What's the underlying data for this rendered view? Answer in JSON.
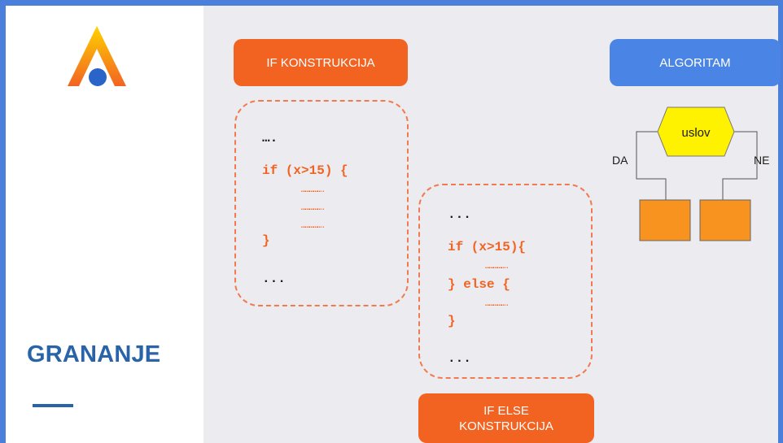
{
  "sidebar": {
    "title": "GRANANJE"
  },
  "buttons": {
    "if_construct": "IF KONSTRUKCIJA",
    "algorithm": "ALGORITAM",
    "if_else_line1": "IF ELSE",
    "if_else_line2": "KONSTRUKCIJA"
  },
  "code_if": {
    "line1": "….",
    "line2": "if (x>15) {",
    "line3": "…………….",
    "line4": "…………….",
    "line5": "…………….",
    "line6": "}",
    "line7": "..."
  },
  "code_if_else": {
    "line1": "...",
    "line2": "if (x>15){",
    "line3": "…………….",
    "line4": "} else {",
    "line5": "…………….",
    "line6": "}",
    "line7": "..."
  },
  "flowchart": {
    "condition": "uslov",
    "yes_label": "DA",
    "no_label": "NE"
  },
  "colors": {
    "frame": "#4a7fdc",
    "accent_orange": "#f26322",
    "accent_blue": "#4a85e5",
    "title_blue": "#2a64a8",
    "condition_yellow": "#fff200",
    "block_orange": "#f7931e"
  }
}
